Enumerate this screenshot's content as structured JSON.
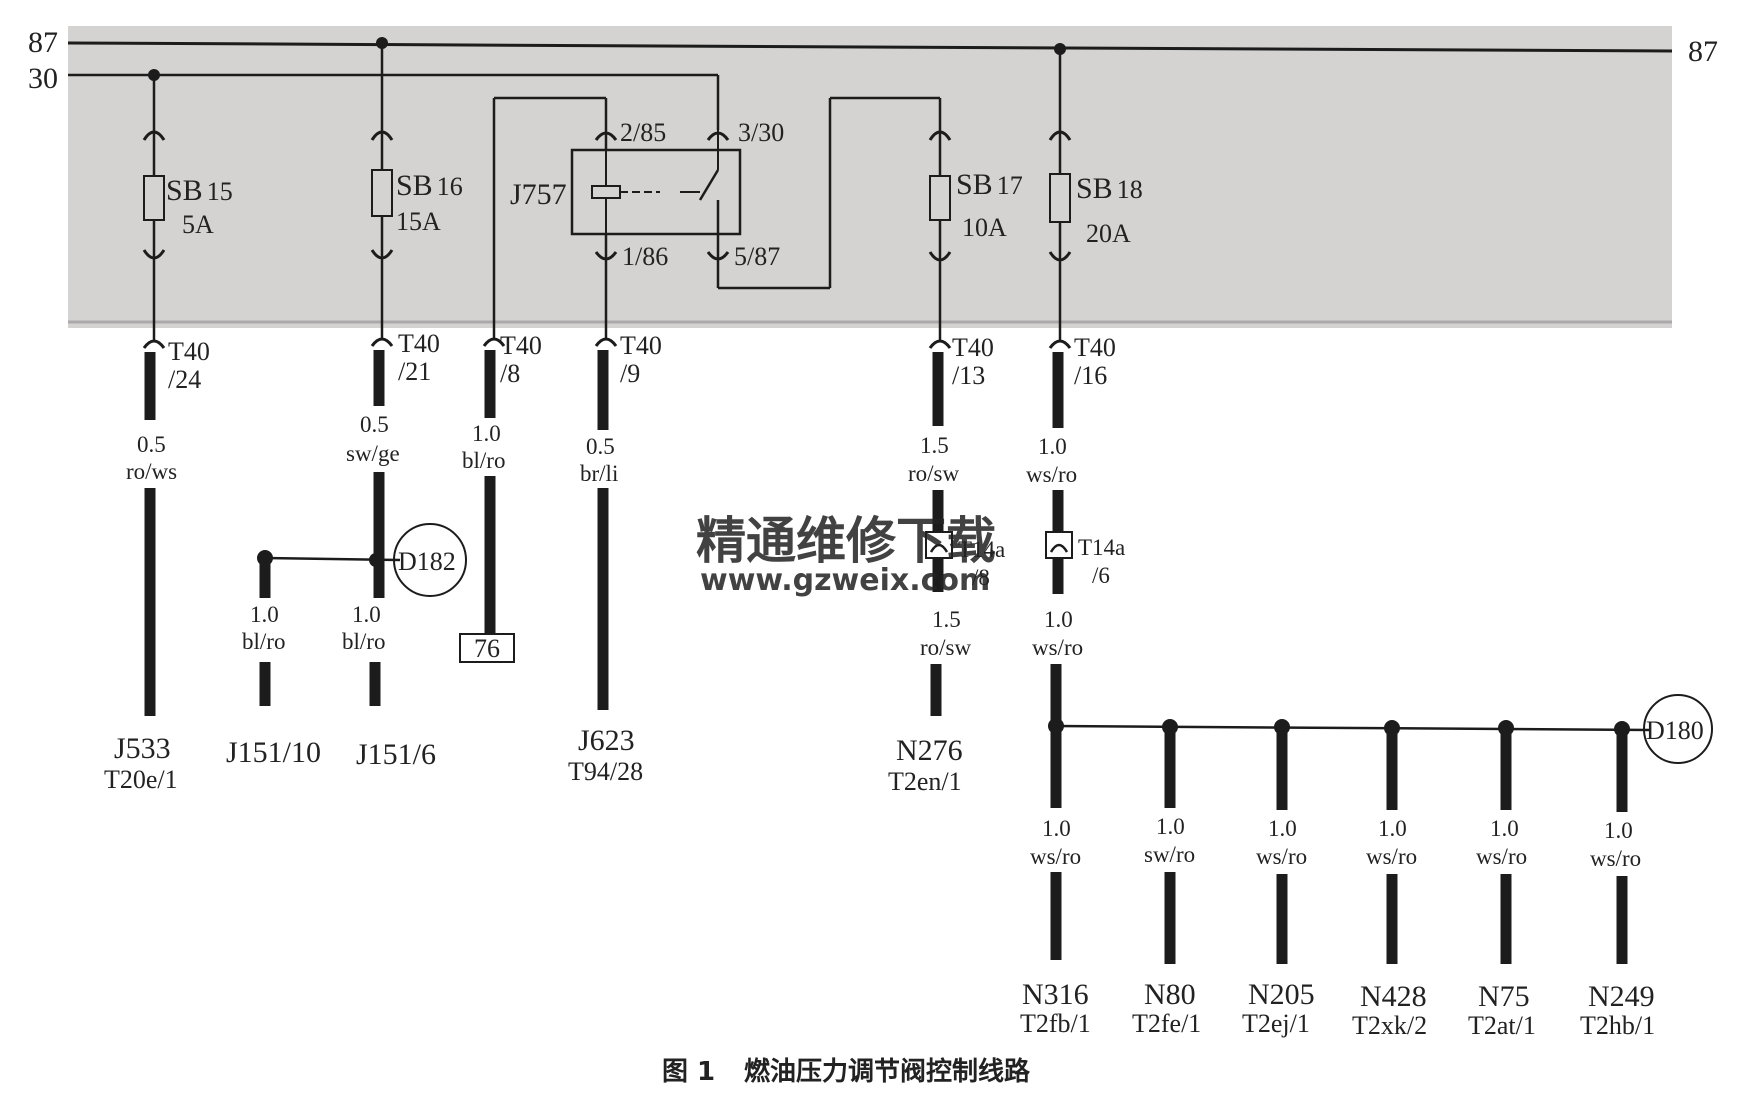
{
  "rails": {
    "left_87": "87",
    "left_30": "30",
    "right_87": "87"
  },
  "fuses": [
    {
      "name": "SB",
      "num": "15",
      "rating": "5A"
    },
    {
      "name": "SB",
      "num": "16",
      "rating": "15A"
    },
    {
      "name": "SB",
      "num": "17",
      "rating": "10A"
    },
    {
      "name": "SB",
      "num": "18",
      "rating": "20A"
    }
  ],
  "relay": {
    "name": "J757",
    "pin_2": "2/85",
    "pin_3": "3/30",
    "pin_1": "1/86",
    "pin_5": "5/87"
  },
  "connectors": [
    {
      "top": "T40",
      "bot": "/24"
    },
    {
      "top": "T40",
      "bot": "/21"
    },
    {
      "top": "T40",
      "bot": "/8"
    },
    {
      "top": "T40",
      "bot": "/9"
    },
    {
      "top": "T40",
      "bot": "/13"
    },
    {
      "top": "T40",
      "bot": "/16"
    }
  ],
  "wires": [
    {
      "size": "0.5",
      "color": "ro/ws"
    },
    {
      "size": "0.5",
      "color": "sw/ge"
    },
    {
      "size": "1.0",
      "color": "bl/ro"
    },
    {
      "size": "0.5",
      "color": "br/li"
    },
    {
      "size": "1.5",
      "color": "ro/sw"
    },
    {
      "size": "1.0",
      "color": "ws/ro"
    },
    {
      "size": "1.0",
      "color": "bl/ro"
    },
    {
      "size": "1.0",
      "color": "bl/ro"
    },
    {
      "size": "1.5",
      "color": "ro/sw"
    },
    {
      "size": "1.0",
      "color": "ws/ro"
    }
  ],
  "t14a": [
    {
      "top": "T14a",
      "bot": "/8"
    },
    {
      "top": "T14a",
      "bot": "/6"
    }
  ],
  "points": {
    "d182": "D182",
    "d180": "D180",
    "ref76": "76"
  },
  "components_top": [
    {
      "name": "J533",
      "pin": "T20e/1"
    },
    {
      "name": "J151/10",
      "pin": ""
    },
    {
      "name": "J151/6",
      "pin": ""
    },
    {
      "name": "J623",
      "pin": "T94/28"
    },
    {
      "name": "N276",
      "pin": "T2en/1"
    }
  ],
  "injector_wires": [
    {
      "size": "1.0",
      "color": "ws/ro"
    },
    {
      "size": "1.0",
      "color": "sw/ro"
    },
    {
      "size": "1.0",
      "color": "ws/ro"
    },
    {
      "size": "1.0",
      "color": "ws/ro"
    },
    {
      "size": "1.0",
      "color": "ws/ro"
    },
    {
      "size": "1.0",
      "color": "ws/ro"
    }
  ],
  "components_bottom": [
    {
      "name": "N316",
      "pin": "T2fb/1"
    },
    {
      "name": "N80",
      "pin": "T2fe/1"
    },
    {
      "name": "N205",
      "pin": "T2ej/1"
    },
    {
      "name": "N428",
      "pin": "T2xk/2"
    },
    {
      "name": "N75",
      "pin": "T2at/1"
    },
    {
      "name": "N249",
      "pin": "T2hb/1"
    }
  ],
  "caption": {
    "fig": "图 1",
    "title": "燃油压力调节阀控制线路"
  },
  "watermark": {
    "line1": "精通维修下载",
    "line2": "www.gzweix.com"
  },
  "colors": {
    "panel": "#d5d3d1",
    "wire": "#1c1c1c",
    "watermark": "#f4a27c"
  }
}
